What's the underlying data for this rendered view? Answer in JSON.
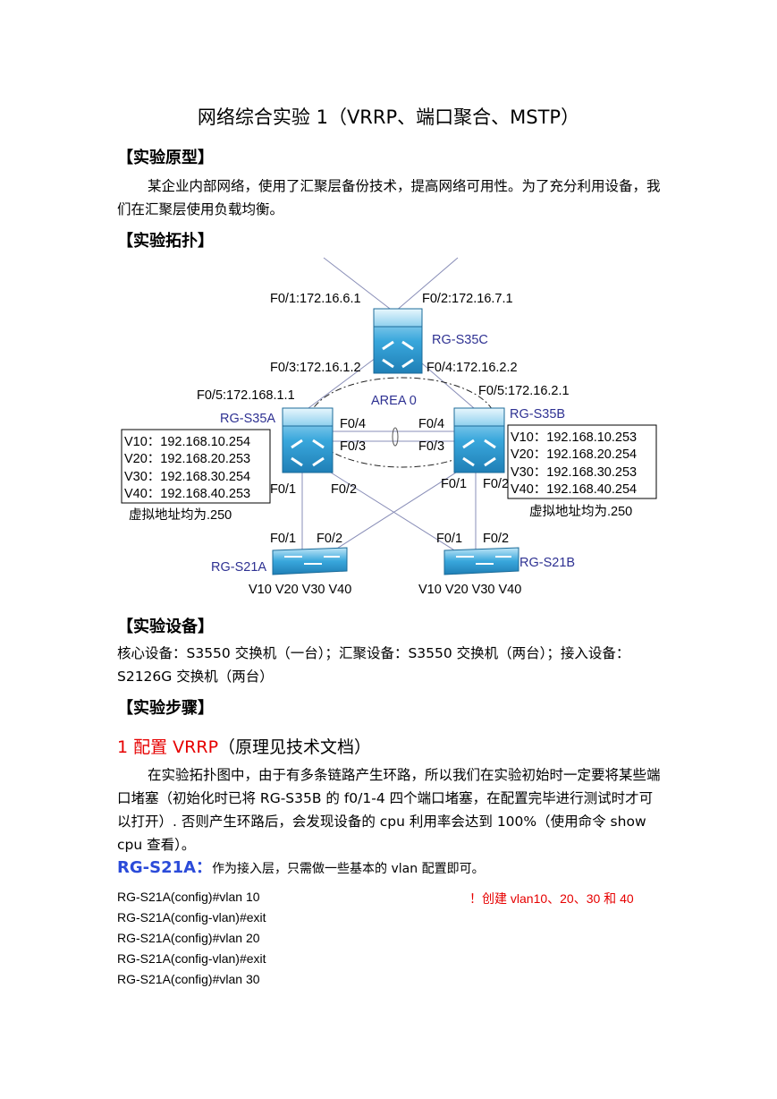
{
  "doc": {
    "title": "网络综合实验 1（VRRP、端口聚合、MSTP）",
    "sec_prototype": "【实验原型】",
    "prototype_text": "某企业内部网络，使用了汇聚层备份技术，提高网络可用性。为了充分利用设备，我们在汇聚层使用负载均衡。",
    "sec_topology": "【实验拓扑】",
    "sec_equipment": "【实验设备】",
    "equipment_text": "核心设备：S3550 交换机（一台）；汇聚设备：S3550 交换机（两台）；接入设备：S2126G 交换机（两台）",
    "sec_steps": "【实验步骤】",
    "step1_num": "1  配置 VRRP",
    "step1_note": "（原理见技术文档）",
    "step1_text": "在实验拓扑图中，由于有多条链路产生环路，所以我们在实验初始时一定要将某些端口堵塞（初始化时已将 RG-S35B 的 f0/1-4 四个端口堵塞，在配置完毕进行测试时才可以打开）. 否则产生环路后，会发现设备的 cpu 利用率会达到 100%（使用命令 show cpu 查看）。",
    "s21a_label": "RG-S21A：",
    "s21a_desc": "作为接入层，只需做一些基本的 vlan 配置即可。",
    "code_lines": [
      "RG-S21A(config)#vlan 10",
      "RG-S21A(config-vlan)#exit",
      "RG-S21A(config)#vlan 20",
      "RG-S21A(config-vlan)#exit",
      "RG-S21A(config)#vlan 30"
    ],
    "code_comment": "！创建 vlan10、20、30 和 40"
  },
  "diagram": {
    "core_name": "RG-S35C",
    "core_p1": "F0/1:172.16.6.1",
    "core_p2": "F0/2:172.16.7.1",
    "core_p3": "F0/3:172.16.1.2",
    "core_p4": "F0/4:172.16.2.2",
    "area": "AREA 0",
    "a_name": "RG-S35A",
    "a_p5": "F0/5:172.168.1.1",
    "b_name": "RG-S35B",
    "b_p5": "F0/5:172.16.2.1",
    "agg_f04_a": "F0/4",
    "agg_f04_b": "F0/4",
    "agg_f03_a": "F0/3",
    "agg_f03_b": "F0/3",
    "a_f01": "F0/1",
    "a_f02": "F0/2",
    "b_f01": "F0/1",
    "b_f02": "F0/2",
    "a_ips": [
      "V10：192.168.10.254",
      "V20：192.168.20.253",
      "V30：192.168.30.254",
      "V40：192.168.40.253"
    ],
    "b_ips": [
      "V10：192.168.10.253",
      "V20：192.168.20.254",
      "V30：192.168.30.253",
      "V40：192.168.40.254"
    ],
    "a_virtual": "虚拟地址均为.250",
    "b_virtual": "虚拟地址均为.250",
    "s21a_name": "RG-S21A",
    "s21b_name": "RG-S21B",
    "s21a_f01": "F0/1",
    "s21a_f02": "F0/2",
    "s21b_f01": "F0/1",
    "s21b_f02": "F0/2",
    "s21a_vlans": "V10 V20 V30 V40",
    "s21b_vlans": "V10 V20 V30 V40",
    "label_color": "#2e3192",
    "switch_color": "#2aa0d8"
  }
}
